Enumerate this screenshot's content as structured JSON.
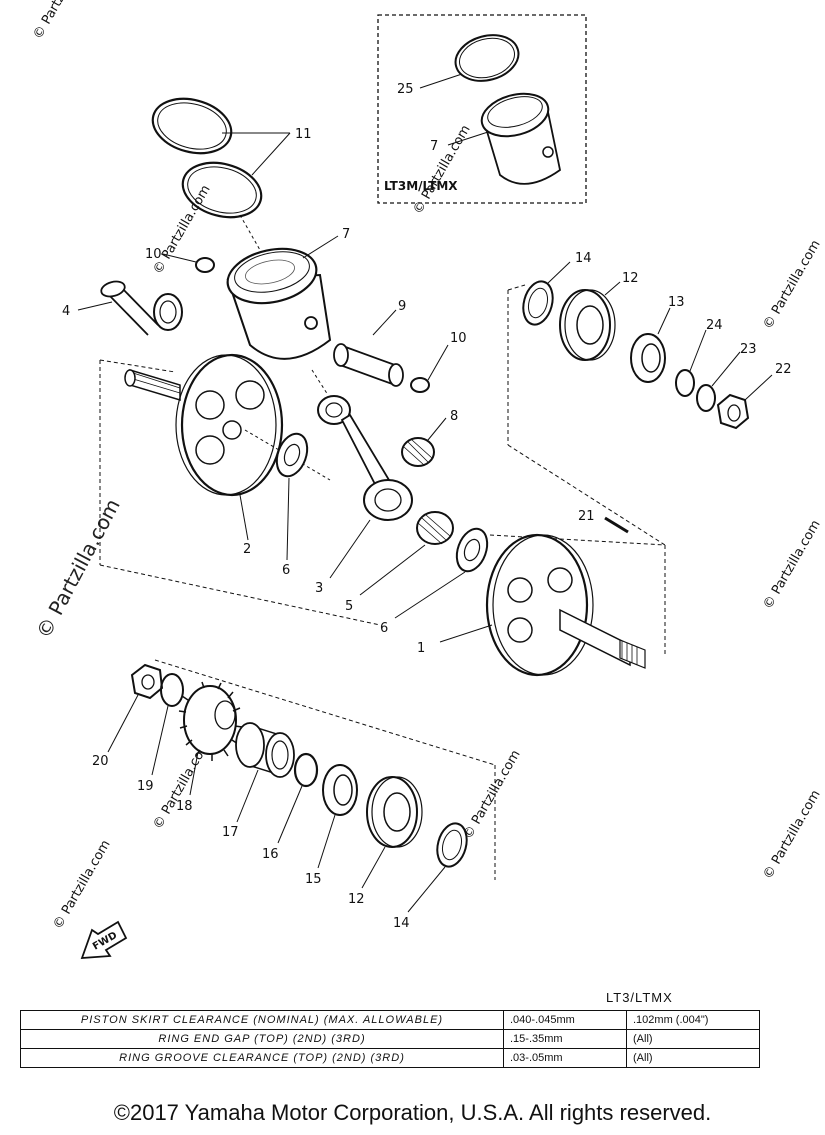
{
  "callouts": {
    "c1": "1",
    "c2": "2",
    "c3": "3",
    "c4": "4",
    "c5": "5",
    "c6a": "6",
    "c6b": "6",
    "c7a": "7",
    "c7b": "7",
    "c8": "8",
    "c9": "9",
    "c10a": "10",
    "c10b": "10",
    "c11": "11",
    "c12a": "12",
    "c12b": "12",
    "c13": "13",
    "c14a": "14",
    "c14b": "14",
    "c15": "15",
    "c16": "16",
    "c17": "17",
    "c18": "18",
    "c19": "19",
    "c20": "20",
    "c21": "21",
    "c22": "22",
    "c23": "23",
    "c24": "24",
    "c25": "25"
  },
  "inset_label": "LT3M/LTMX",
  "fwd_label": "FWD",
  "watermark": "© Partzilla.com",
  "spec_table": {
    "title": "LT3/LTMX",
    "rows": [
      {
        "label": "PISTON SKIRT CLEARANCE (NOMINAL) (MAX. ALLOWABLE)",
        "v1": ".040-.045mm",
        "v2": ".102mm (.004\")"
      },
      {
        "label": "RING END GAP (TOP) (2ND) (3RD)",
        "v1": ".15-.35mm",
        "v2": "(All)"
      },
      {
        "label": "RING GROOVE CLEARANCE (TOP) (2ND) (3RD)",
        "v1": ".03-.05mm",
        "v2": "(All)"
      }
    ]
  },
  "copyright": "©2017 Yamaha Motor Corporation, U.S.A. All rights reserved."
}
